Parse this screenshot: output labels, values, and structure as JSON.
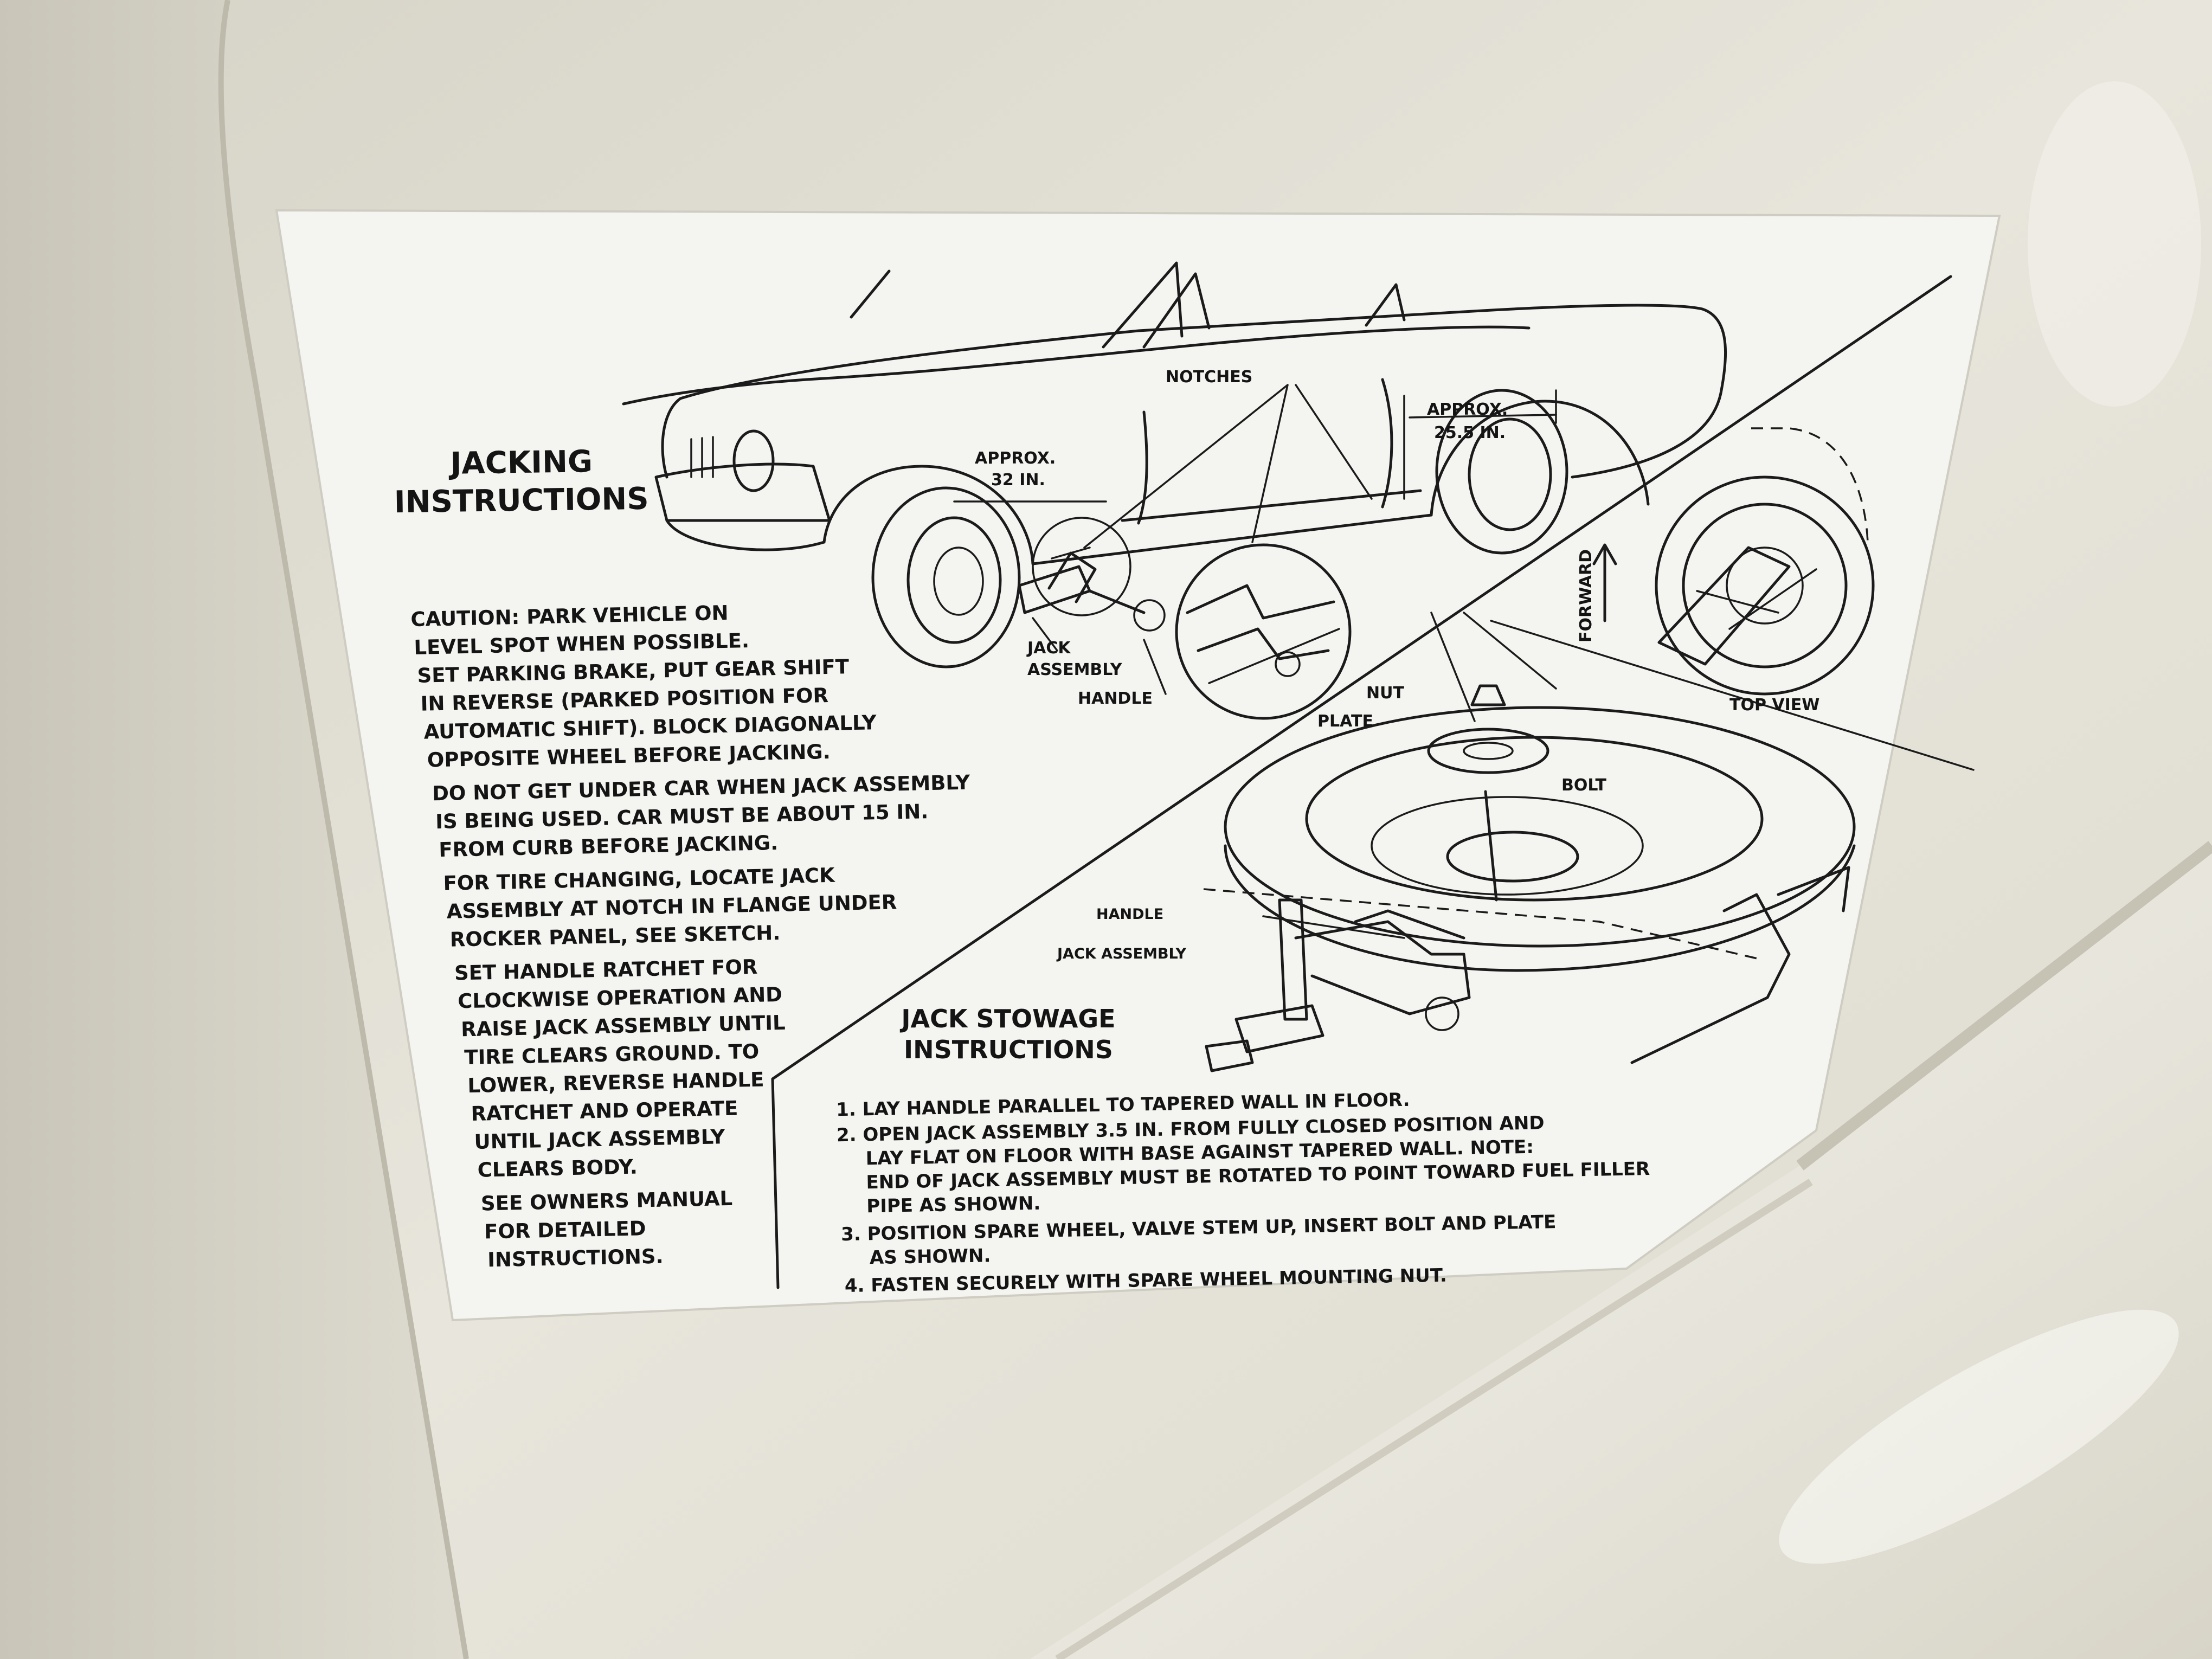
{
  "decal": {
    "jacking_title": [
      "JACKING",
      "INSTRUCTIONS"
    ],
    "caution_lines": [
      "CAUTION: PARK VEHICLE ON",
      "LEVEL SPOT WHEN POSSIBLE.",
      "SET PARKING BRAKE, PUT GEAR SHIFT",
      "IN REVERSE (PARKED POSITION FOR",
      "AUTOMATIC SHIFT). BLOCK DIAGONALLY",
      "OPPOSITE WHEEL BEFORE JACKING.",
      "DO NOT GET UNDER CAR WHEN JACK ASSEMBLY",
      "IS BEING USED. CAR MUST BE ABOUT 15 IN.",
      "FROM CURB BEFORE JACKING.",
      "FOR TIRE CHANGING, LOCATE JACK",
      "ASSEMBLY AT NOTCH IN FLANGE UNDER",
      "ROCKER PANEL, SEE SKETCH.",
      "SET HANDLE RATCHET FOR",
      "CLOCKWISE OPERATION AND",
      "RAISE JACK ASSEMBLY UNTIL",
      "TIRE CLEARS GROUND. TO",
      "LOWER, REVERSE HANDLE",
      "RATCHET AND OPERATE",
      "UNTIL JACK ASSEMBLY",
      "CLEARS BODY.",
      "SEE OWNERS MANUAL",
      "FOR DETAILED",
      "INSTRUCTIONS."
    ],
    "car_labels": {
      "notches": "NOTCHES",
      "front_approx": [
        "APPROX.",
        "32 IN."
      ],
      "rear_approx": [
        "APPROX.",
        "25.5 IN."
      ],
      "jack_assembly": [
        "JACK",
        "ASSEMBLY"
      ],
      "handle": "HANDLE"
    },
    "top_view": {
      "forward": "FORWARD",
      "label": "TOP VIEW"
    },
    "stowage_labels": {
      "nut": "NUT",
      "plate": "PLATE",
      "bolt": "BOLT",
      "handle": "HANDLE",
      "jack_assembly": "JACK ASSEMBLY"
    },
    "stowage_title": [
      "JACK STOWAGE",
      "INSTRUCTIONS"
    ],
    "stowage_lines": [
      "1.  LAY HANDLE PARALLEL TO TAPERED WALL IN FLOOR.",
      "2.  OPEN JACK ASSEMBLY 3.5 IN. FROM FULLY CLOSED POSITION AND",
      "LAY FLAT ON FLOOR WITH BASE AGAINST TAPERED WALL. NOTE:",
      "END OF JACK ASSEMBLY MUST BE ROTATED TO POINT TOWARD FUEL FILLER",
      "PIPE AS SHOWN.",
      "3.  POSITION SPARE WHEEL, VALVE STEM UP, INSERT BOLT AND PLATE",
      "AS SHOWN.",
      "4.  FASTEN SECURELY WITH SPARE WHEEL MOUNTING NUT."
    ]
  },
  "colors": {
    "paint": "#e4e1d6",
    "label_paper": "#f4f4f1",
    "ink": "#141414"
  }
}
